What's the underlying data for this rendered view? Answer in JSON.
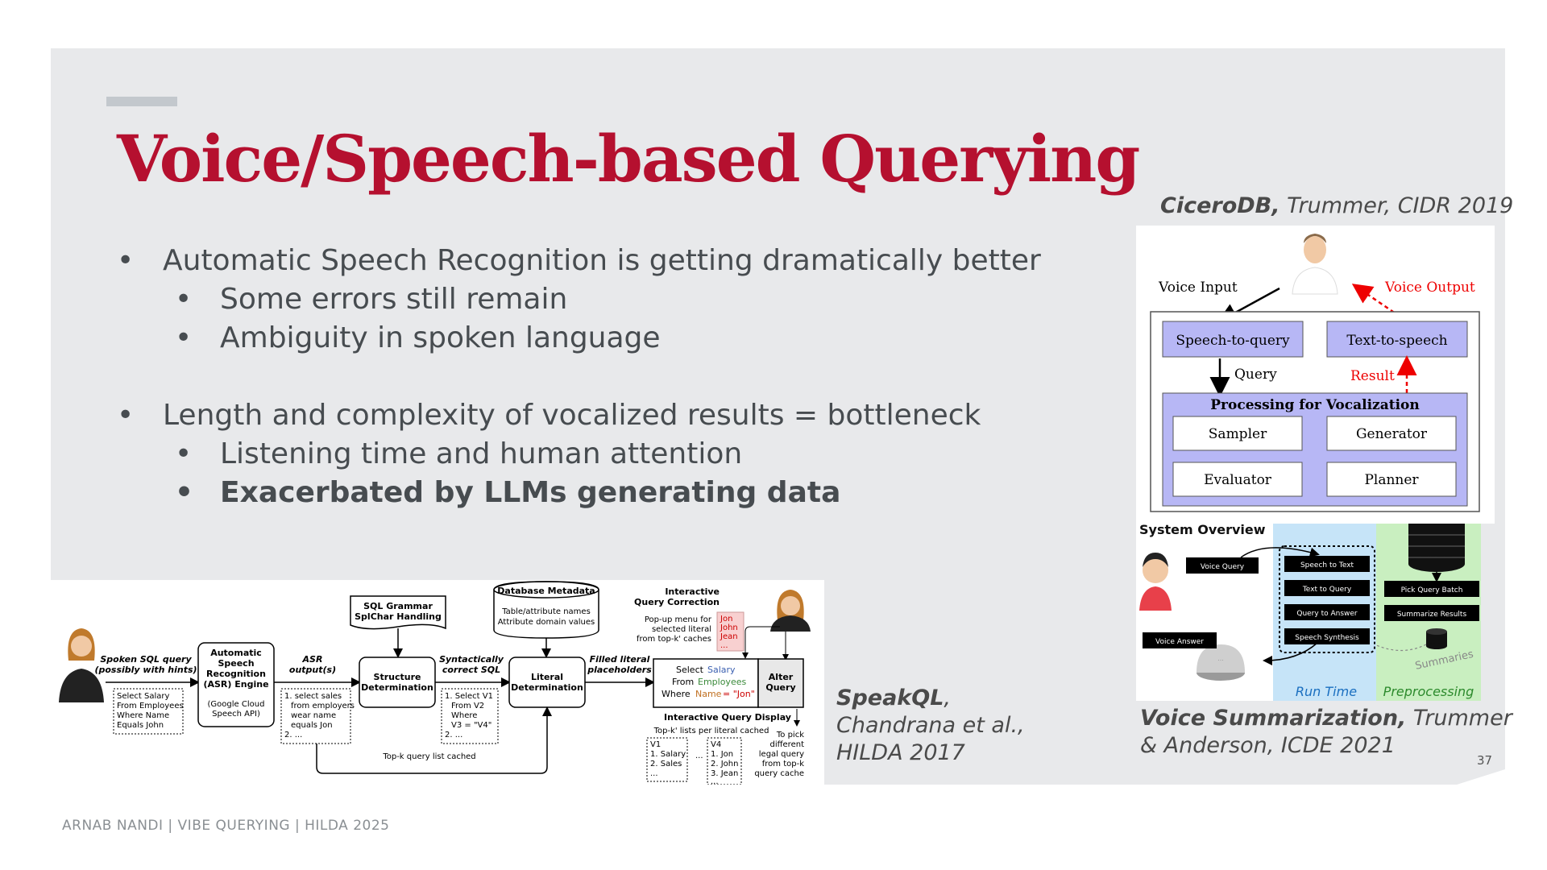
{
  "slide": {
    "title": "Voice/Speech-based Querying",
    "bullets": [
      {
        "text": "Automatic Speech Recognition is getting dramatically better",
        "level": 1
      },
      {
        "text": "Some errors still remain",
        "level": 2
      },
      {
        "text": "Ambiguity in spoken language",
        "level": 2
      },
      {
        "text": "Length and complexity of vocalized results = bottleneck",
        "level": 1
      },
      {
        "text": "Listening time and human attention",
        "level": 2
      },
      {
        "text": "Exacerbated by LLMs generating data",
        "level": 2,
        "bold": true
      }
    ],
    "footer": "ARNAB NANDI | VIBE QUERYING | HILDA 2025",
    "page_number": "37",
    "colors": {
      "title": "#b5102f",
      "panel": "#e8e9eb",
      "accent_bar": "#c3c8cd",
      "body_text": "#474c50"
    }
  },
  "captions": {
    "cicero": {
      "name": "CiceroDB,",
      "rest": " Trummer, CIDR 2019"
    },
    "speakql": {
      "line1_bold": "SpeakQL",
      "line1_rest": ",",
      "line2": "Chandrana et al.,",
      "line3": "HILDA 2017"
    },
    "voicesum": {
      "line1_bold": "Voice Summarization,",
      "line1_rest": " Trummer",
      "line2": "& Anderson, ICDE 2021"
    }
  },
  "cicero_fig": {
    "voice_input": "Voice Input",
    "voice_output": "Voice Output",
    "speech_to_query": "Speech-to-query",
    "text_to_speech": "Text-to-speech",
    "query": "Query",
    "result": "Result",
    "processing": "Processing for Vocalization",
    "sampler": "Sampler",
    "generator": "Generator",
    "evaluator": "Evaluator",
    "planner": "Planner"
  },
  "voicesum_fig": {
    "system_overview": "System Overview",
    "voice_query": "Voice Query",
    "voice_answer": "Voice Answer",
    "speech_to_text": "Speech to Text",
    "text_to_query": "Text to Query",
    "query_to_answer": "Query to Answer",
    "speech_synthesis": "Speech Synthesis",
    "pick_query_batch": "Pick Query Batch",
    "summarize_results": "Summarize Results",
    "summaries": "Summaries",
    "run_time": "Run Time",
    "preprocessing": "Preprocessing"
  },
  "speakql_fig": {
    "spoken_sql_query": "Spoken SQL query",
    "possibly_with_hints": "(possibly with hints)",
    "spoken_example": [
      "Select Salary",
      "From Employees",
      "Where Name",
      "Equals John"
    ],
    "asr_engine": [
      "Automatic",
      "Speech",
      "Recognition",
      "(ASR) Engine"
    ],
    "asr_engine_sub": [
      "(Google Cloud",
      "Speech API)"
    ],
    "asr_outputs": [
      "ASR",
      "output(s)"
    ],
    "asr_example": [
      "1. select sales",
      "from employers",
      "wear name",
      "equals Jon",
      "2. ..."
    ],
    "sql_grammar": [
      "SQL Grammar",
      "SplChar Handling"
    ],
    "structure_determination": [
      "Structure",
      "Determination"
    ],
    "syntactically_correct_sql": [
      "Syntactically",
      "correct SQL"
    ],
    "sql_example": [
      "1. Select V1",
      "From V2",
      "Where",
      "V3 = \"V4\"",
      "2. ..."
    ],
    "database_metadata": "Database Metadata",
    "metadata_lines": [
      "Table/attribute names",
      "Attribute domain values"
    ],
    "literal_determination": [
      "Literal",
      "Determination"
    ],
    "filled_literal_placeholders": [
      "Filled literal",
      "placeholders"
    ],
    "interactive_query_correction": [
      "Interactive",
      "Query Correction"
    ],
    "popup_menu": [
      "Pop-up menu for",
      "selected literal",
      "from top-k' caches"
    ],
    "popup_names": [
      "Jon",
      "John",
      "Jean",
      "..."
    ],
    "query_display": {
      "select": "Select",
      "select_val": "Salary",
      "from": "From",
      "from_val": "Employees",
      "where": "Where",
      "where_attr": "Name",
      "where_rest": "= \"Jon\""
    },
    "alter_query": [
      "Alter",
      "Query"
    ],
    "interactive_query_display": "Interactive Query Display",
    "topk_lists": "Top-k' lists per literal cached",
    "v1_list": [
      "V1",
      "1. Salary",
      "2. Sales",
      "..."
    ],
    "ellipsis": "...",
    "v4_list": [
      "V4",
      "1. Jon",
      "2. John",
      "3. Jean",
      "..."
    ],
    "to_pick": [
      "To pick",
      "different",
      "legal query",
      "from top-k",
      "query cache"
    ],
    "topk_cached": "Top-k query list cached"
  }
}
